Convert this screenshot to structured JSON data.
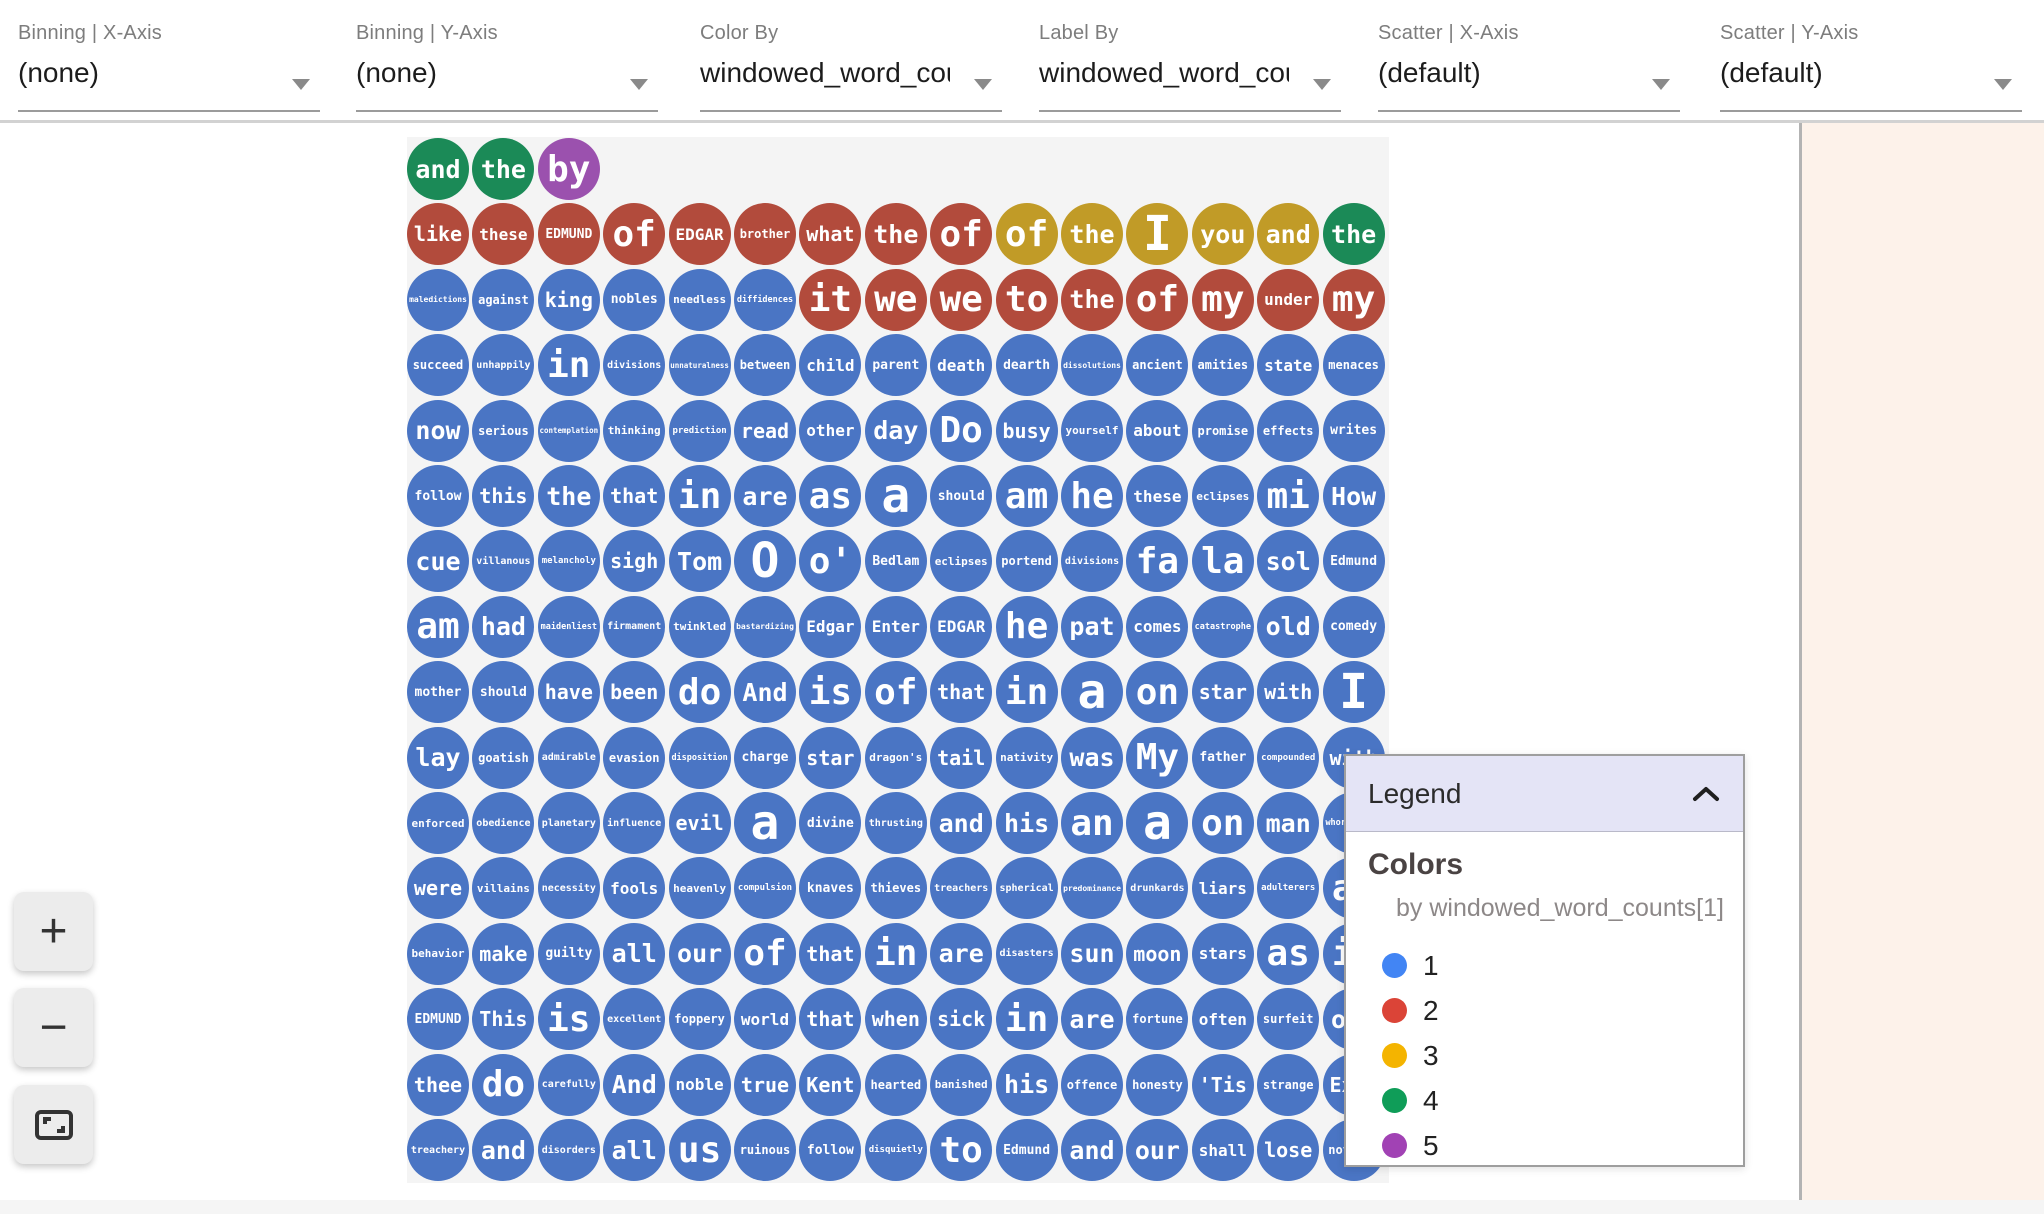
{
  "toolbar": {
    "fields": [
      {
        "label": "Binning | X-Axis",
        "value": "(none)"
      },
      {
        "label": "Binning | Y-Axis",
        "value": "(none)"
      },
      {
        "label": "Color By",
        "value": "windowed_word_counts"
      },
      {
        "label": "Label By",
        "value": "windowed_word_counts"
      },
      {
        "label": "Scatter | X-Axis",
        "value": "(default)"
      },
      {
        "label": "Scatter | Y-Axis",
        "value": "(default)"
      }
    ]
  },
  "zoom_controls": {
    "zoom_in": "+",
    "zoom_out": "−",
    "fit_icon": "fit-to-screen-icon"
  },
  "legend": {
    "title": "Legend",
    "section": "Colors",
    "subtitle": "by windowed_word_counts[1]",
    "items": [
      {
        "value": "1",
        "color": "#4285f4"
      },
      {
        "value": "2",
        "color": "#db4437"
      },
      {
        "value": "3",
        "color": "#f4b400"
      },
      {
        "value": "4",
        "color": "#0f9d58"
      },
      {
        "value": "5",
        "color": "#a142b4"
      }
    ]
  },
  "palette": {
    "circle_colors": {
      "1": "#4a75c4",
      "2": "#b24b3c",
      "3": "#c19b27",
      "4": "#1b8a57",
      "5": "#9b51ae"
    }
  },
  "chart_data": {
    "type": "scatter",
    "note": "grid of word circles, color = windowed_word_counts[1]",
    "rows": [
      [
        [
          "and",
          4
        ],
        [
          "the",
          4
        ],
        [
          "by",
          5
        ]
      ],
      [
        [
          "like",
          2
        ],
        [
          "these",
          2
        ],
        [
          "EDMUND",
          2
        ],
        [
          "of",
          2
        ],
        [
          "EDGAR",
          2
        ],
        [
          "brother",
          2
        ],
        [
          "what",
          2
        ],
        [
          "the",
          2
        ],
        [
          "of",
          2
        ],
        [
          "of",
          3
        ],
        [
          "the",
          3
        ],
        [
          "I",
          3
        ],
        [
          "you",
          3
        ],
        [
          "and",
          3
        ],
        [
          "the",
          4
        ]
      ],
      [
        [
          "maledictions",
          1
        ],
        [
          "against",
          1
        ],
        [
          "king",
          1
        ],
        [
          "nobles",
          1
        ],
        [
          "needless",
          1
        ],
        [
          "diffidences",
          1
        ],
        [
          "it",
          2
        ],
        [
          "we",
          2
        ],
        [
          "we",
          2
        ],
        [
          "to",
          2
        ],
        [
          "the",
          2
        ],
        [
          "of",
          2
        ],
        [
          "my",
          2
        ],
        [
          "under",
          2
        ],
        [
          "my",
          2
        ]
      ],
      [
        [
          "succeed",
          1
        ],
        [
          "unhappily",
          1
        ],
        [
          "in",
          1
        ],
        [
          "divisions",
          1
        ],
        [
          "unnaturalness",
          1
        ],
        [
          "between",
          1
        ],
        [
          "child",
          1
        ],
        [
          "parent",
          1
        ],
        [
          "death",
          1
        ],
        [
          "dearth",
          1
        ],
        [
          "dissolutions",
          1
        ],
        [
          "ancient",
          1
        ],
        [
          "amities",
          1
        ],
        [
          "state",
          1
        ],
        [
          "menaces",
          1
        ]
      ],
      [
        [
          "now",
          1
        ],
        [
          "serious",
          1
        ],
        [
          "contemplation",
          1
        ],
        [
          "thinking",
          1
        ],
        [
          "prediction",
          1
        ],
        [
          "read",
          1
        ],
        [
          "other",
          1
        ],
        [
          "day",
          1
        ],
        [
          "Do",
          1
        ],
        [
          "busy",
          1
        ],
        [
          "yourself",
          1
        ],
        [
          "about",
          1
        ],
        [
          "promise",
          1
        ],
        [
          "effects",
          1
        ],
        [
          "writes",
          1
        ]
      ],
      [
        [
          "follow",
          1
        ],
        [
          "this",
          1
        ],
        [
          "the",
          1
        ],
        [
          "that",
          1
        ],
        [
          "in",
          1
        ],
        [
          "are",
          1
        ],
        [
          "as",
          1
        ],
        [
          "a",
          1
        ],
        [
          "should",
          1
        ],
        [
          "am",
          1
        ],
        [
          "he",
          1
        ],
        [
          "these",
          1
        ],
        [
          "eclipses",
          1
        ],
        [
          "mi",
          1
        ],
        [
          "How",
          1
        ]
      ],
      [
        [
          "cue",
          1
        ],
        [
          "villanous",
          1
        ],
        [
          "melancholy",
          1
        ],
        [
          "sigh",
          1
        ],
        [
          "Tom",
          1
        ],
        [
          "O",
          1
        ],
        [
          "o'",
          1
        ],
        [
          "Bedlam",
          1
        ],
        [
          "eclipses",
          1
        ],
        [
          "portend",
          1
        ],
        [
          "divisions",
          1
        ],
        [
          "fa",
          1
        ],
        [
          "la",
          1
        ],
        [
          "sol",
          1
        ],
        [
          "Edmund",
          1
        ]
      ],
      [
        [
          "am",
          1
        ],
        [
          "had",
          1
        ],
        [
          "maidenliest",
          1
        ],
        [
          "firmament",
          1
        ],
        [
          "twinkled",
          1
        ],
        [
          "bastardizing",
          1
        ],
        [
          "Edgar",
          1
        ],
        [
          "Enter",
          1
        ],
        [
          "EDGAR",
          1
        ],
        [
          "he",
          1
        ],
        [
          "pat",
          1
        ],
        [
          "comes",
          1
        ],
        [
          "catastrophe",
          1
        ],
        [
          "old",
          1
        ],
        [
          "comedy",
          1
        ]
      ],
      [
        [
          "mother",
          1
        ],
        [
          "should",
          1
        ],
        [
          "have",
          1
        ],
        [
          "been",
          1
        ],
        [
          "do",
          1
        ],
        [
          "And",
          1
        ],
        [
          "is",
          1
        ],
        [
          "of",
          1
        ],
        [
          "that",
          1
        ],
        [
          "in",
          1
        ],
        [
          "a",
          1
        ],
        [
          "on",
          1
        ],
        [
          "star",
          1
        ],
        [
          "with",
          1
        ],
        [
          "I",
          1
        ]
      ],
      [
        [
          "lay",
          1
        ],
        [
          "goatish",
          1
        ],
        [
          "admirable",
          1
        ],
        [
          "evasion",
          1
        ],
        [
          "disposition",
          1
        ],
        [
          "charge",
          1
        ],
        [
          "star",
          1
        ],
        [
          "dragon's",
          1
        ],
        [
          "tail",
          1
        ],
        [
          "nativity",
          1
        ],
        [
          "was",
          1
        ],
        [
          "My",
          1
        ],
        [
          "father",
          1
        ],
        [
          "compounded",
          1
        ],
        [
          "with",
          1
        ]
      ],
      [
        [
          "enforced",
          1
        ],
        [
          "obedience",
          1
        ],
        [
          "planetary",
          1
        ],
        [
          "influence",
          1
        ],
        [
          "evil",
          1
        ],
        [
          "a",
          1
        ],
        [
          "divine",
          1
        ],
        [
          "thrusting",
          1
        ],
        [
          "and",
          1
        ],
        [
          "his",
          1
        ],
        [
          "an",
          1
        ],
        [
          "a",
          1
        ],
        [
          "on",
          1
        ],
        [
          "man",
          1
        ],
        [
          "whoremaster",
          1
        ]
      ],
      [
        [
          "were",
          1
        ],
        [
          "villains",
          1
        ],
        [
          "necessity",
          1
        ],
        [
          "fools",
          1
        ],
        [
          "heavenly",
          1
        ],
        [
          "compulsion",
          1
        ],
        [
          "knaves",
          1
        ],
        [
          "thieves",
          1
        ],
        [
          "treachers",
          1
        ],
        [
          "spherical",
          1
        ],
        [
          "predominance",
          1
        ],
        [
          "drunkards",
          1
        ],
        [
          "liars",
          1
        ],
        [
          "adulterers",
          1
        ],
        [
          "an",
          1
        ]
      ],
      [
        [
          "behavior",
          1
        ],
        [
          "make",
          1
        ],
        [
          "guilty",
          1
        ],
        [
          "all",
          1
        ],
        [
          "our",
          1
        ],
        [
          "of",
          1
        ],
        [
          "that",
          1
        ],
        [
          "in",
          1
        ],
        [
          "are",
          1
        ],
        [
          "disasters",
          1
        ],
        [
          "sun",
          1
        ],
        [
          "moon",
          1
        ],
        [
          "stars",
          1
        ],
        [
          "as",
          1
        ],
        [
          "if",
          1
        ]
      ],
      [
        [
          "EDMUND",
          1
        ],
        [
          "This",
          1
        ],
        [
          "is",
          1
        ],
        [
          "excellent",
          1
        ],
        [
          "foppery",
          1
        ],
        [
          "world",
          1
        ],
        [
          "that",
          1
        ],
        [
          "when",
          1
        ],
        [
          "sick",
          1
        ],
        [
          "in",
          1
        ],
        [
          "are",
          1
        ],
        [
          "fortune",
          1
        ],
        [
          "often",
          1
        ],
        [
          "surfeit",
          1
        ],
        [
          "our",
          1
        ]
      ],
      [
        [
          "thee",
          1
        ],
        [
          "do",
          1
        ],
        [
          "carefully",
          1
        ],
        [
          "And",
          1
        ],
        [
          "noble",
          1
        ],
        [
          "true",
          1
        ],
        [
          "Kent",
          1
        ],
        [
          "hearted",
          1
        ],
        [
          "banished",
          1
        ],
        [
          "his",
          1
        ],
        [
          "offence",
          1
        ],
        [
          "honesty",
          1
        ],
        [
          "'Tis",
          1
        ],
        [
          "strange",
          1
        ],
        [
          "Exit",
          1
        ]
      ],
      [
        [
          "treachery",
          1
        ],
        [
          "and",
          1
        ],
        [
          "disorders",
          1
        ],
        [
          "all",
          1
        ],
        [
          "us",
          1
        ],
        [
          "ruinous",
          1
        ],
        [
          "follow",
          1
        ],
        [
          "disquietly",
          1
        ],
        [
          "to",
          1
        ],
        [
          "Edmund",
          1
        ],
        [
          "and",
          1
        ],
        [
          "our",
          1
        ],
        [
          "shall",
          1
        ],
        [
          "lose",
          1
        ],
        [
          "nothing",
          1
        ]
      ]
    ]
  }
}
